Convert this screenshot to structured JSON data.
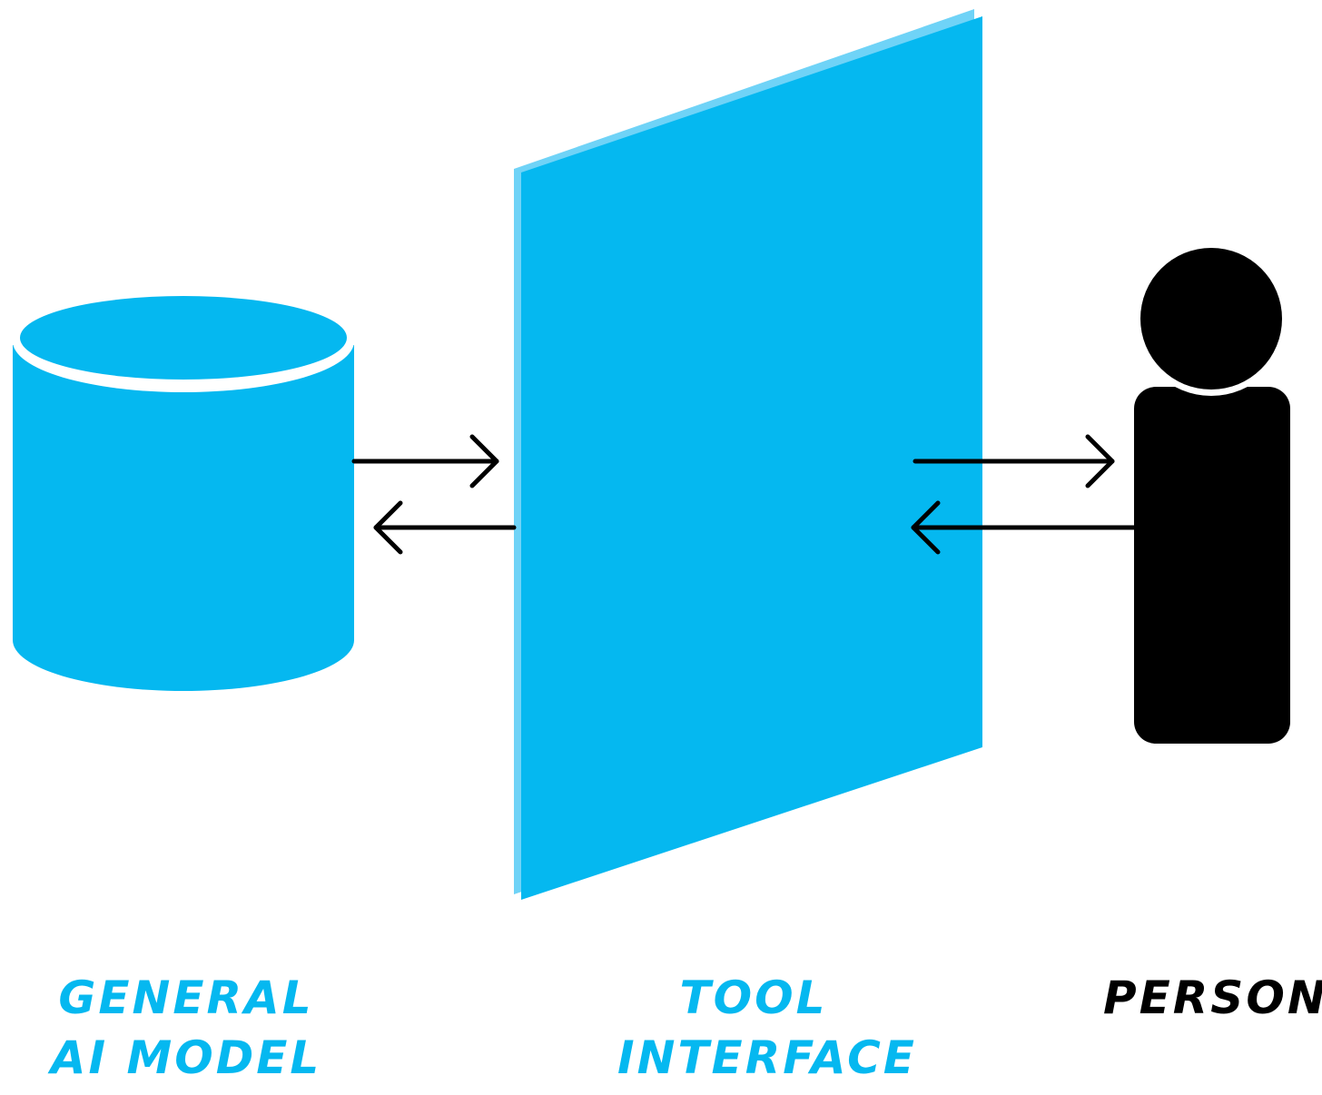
{
  "colors": {
    "accent": "#05b8f0",
    "accent_light": "#6fd3f7",
    "ink": "#000000",
    "background": "#ffffff"
  },
  "nodes": {
    "model": {
      "label_lines": [
        "GENERAL",
        "AI MODEL"
      ],
      "icon": "database-cylinder-icon",
      "color": "#05b8f0"
    },
    "tool": {
      "label_lines": [
        "TOOL",
        "INTERFACE"
      ],
      "icon": "panel-icon",
      "color": "#05b8f0"
    },
    "person": {
      "label_lines": [
        "PERSON"
      ],
      "icon": "person-icon",
      "color": "#000000"
    }
  },
  "connections": [
    {
      "from": "model",
      "to": "tool",
      "direction": "forward"
    },
    {
      "from": "tool",
      "to": "model",
      "direction": "back"
    },
    {
      "from": "tool",
      "to": "person",
      "direction": "forward"
    },
    {
      "from": "person",
      "to": "tool",
      "direction": "back"
    }
  ]
}
